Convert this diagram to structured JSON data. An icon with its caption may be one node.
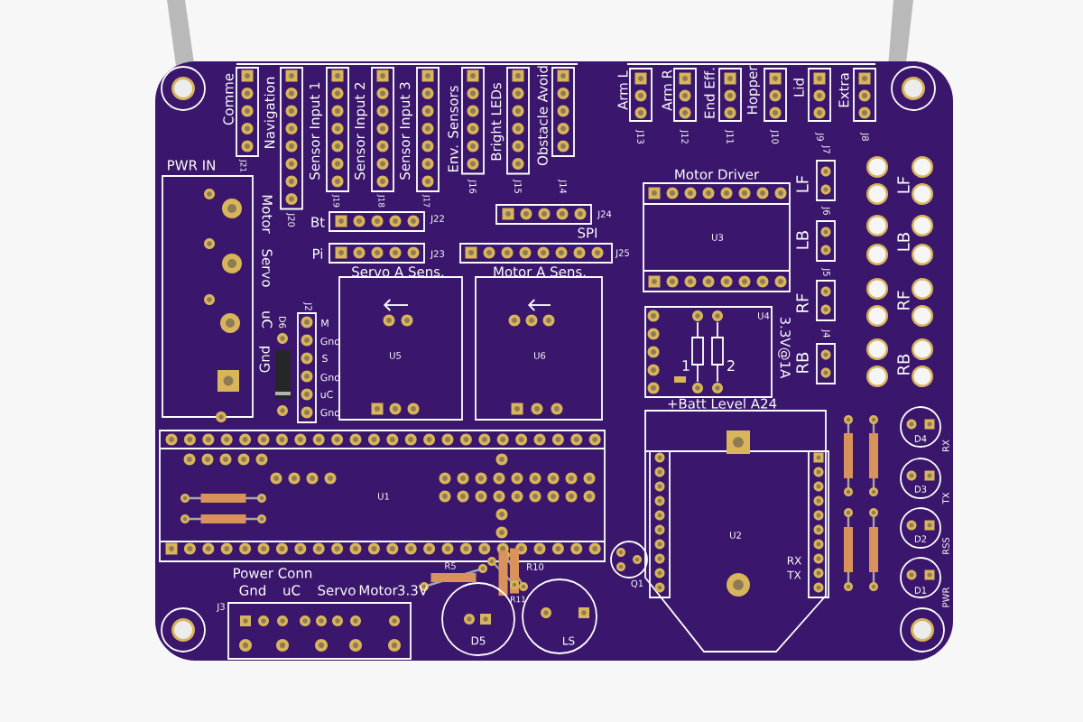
{
  "diagram": {
    "labels": [
      "Comme",
      "J21",
      "Navigation",
      "J20",
      "Sensor Input 1",
      "J19",
      "Sensor Input 2",
      "J18",
      "Sensor Input 3",
      "J17",
      "Env. Sensors",
      "J16",
      "Bright LEDs",
      "J15",
      "Obstacle Avoid",
      "J14",
      "Arm L",
      "J13",
      "Arm R",
      "J12",
      "End Eff.",
      "J11",
      "Hopper",
      "J10",
      "Lid",
      "J9",
      "Extra",
      "J8",
      "PWR IN",
      "Motor",
      "Servo",
      "uC",
      "Gnd",
      "D6",
      "J2",
      "M",
      "Gnd",
      "S",
      "Gnd",
      "uC",
      "Gnd",
      "Bt",
      "J22",
      "Pi",
      "J23",
      "SPI",
      "J24",
      "J25",
      "Servo A Sens.",
      "Motor A Sens.",
      "U5",
      "U6",
      "Motor Driver",
      "U3",
      "LF",
      "J7",
      "LB",
      "J6",
      "RF",
      "J5",
      "RB",
      "J4",
      "LF",
      "LB",
      "RF",
      "RB",
      "U4",
      "3.3V@1A",
      "1",
      "2",
      "+Batt Level A24",
      "U1",
      "Q1",
      "U2",
      "RX",
      "TX",
      "D4",
      "RX",
      "D3",
      "TX",
      "D2",
      "RSS",
      "D1",
      "PWR",
      "Power Conn",
      "Gnd",
      "uC",
      "Servo",
      "Motor",
      "3.3V",
      "J3",
      "R5",
      "R10",
      "R11",
      "D5",
      "LS"
    ]
  }
}
